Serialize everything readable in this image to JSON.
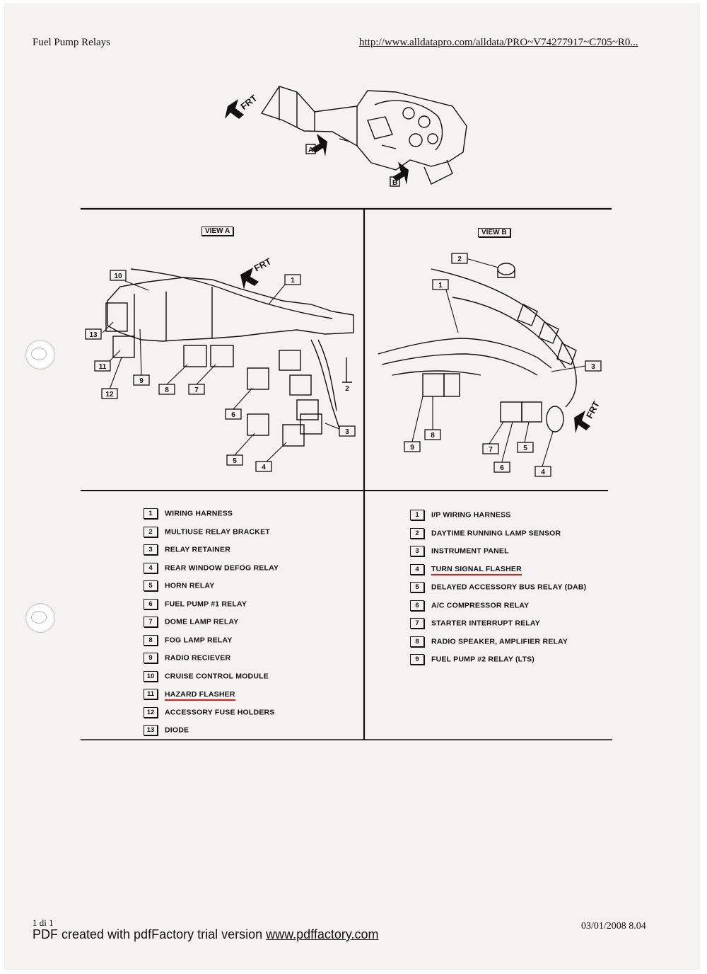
{
  "header": {
    "title": "Fuel Pump Relays",
    "url": "http://www.alldatapro.com/alldata/PRO~V74277917~C705~R0..."
  },
  "top_diagram": {
    "arrow_label": "FRT",
    "callouts": [
      "A",
      "B"
    ]
  },
  "view_a": {
    "label": "VIEW A",
    "arrow_label": "FRT",
    "callouts": [
      "10",
      "1",
      "13",
      "11",
      "12",
      "9",
      "8",
      "7",
      "6",
      "2",
      "3",
      "5",
      "4"
    ]
  },
  "view_b": {
    "label": "VIEW B",
    "arrow_label": "FRT",
    "callouts": [
      "2",
      "1",
      "3",
      "9",
      "8",
      "7",
      "5",
      "6",
      "4"
    ]
  },
  "legend_a": [
    {
      "num": "1",
      "label": "WIRING HARNESS"
    },
    {
      "num": "2",
      "label": "MULTIUSE RELAY BRACKET"
    },
    {
      "num": "3",
      "label": "RELAY RETAINER"
    },
    {
      "num": "4",
      "label": "REAR WINDOW DEFOG RELAY"
    },
    {
      "num": "5",
      "label": "HORN RELAY"
    },
    {
      "num": "6",
      "label": "FUEL PUMP #1 RELAY"
    },
    {
      "num": "7",
      "label": "DOME LAMP RELAY"
    },
    {
      "num": "8",
      "label": "FOG LAMP RELAY"
    },
    {
      "num": "9",
      "label": "RADIO RECIEVER"
    },
    {
      "num": "10",
      "label": "CRUISE CONTROL MODULE"
    },
    {
      "num": "11",
      "label": "HAZARD FLASHER",
      "highlight": true
    },
    {
      "num": "12",
      "label": "ACCESSORY FUSE HOLDERS"
    },
    {
      "num": "13",
      "label": "DIODE"
    }
  ],
  "legend_b": [
    {
      "num": "1",
      "label": "I/P WIRING HARNESS"
    },
    {
      "num": "2",
      "label": "DAYTIME RUNNING LAMP SENSOR"
    },
    {
      "num": "3",
      "label": "INSTRUMENT PANEL"
    },
    {
      "num": "4",
      "label": "TURN SIGNAL FLASHER",
      "highlight": true
    },
    {
      "num": "5",
      "label": "DELAYED ACCESSORY BUS RELAY (DAB)"
    },
    {
      "num": "6",
      "label": "A/C COMPRESSOR RELAY"
    },
    {
      "num": "7",
      "label": "STARTER INTERRUPT RELAY"
    },
    {
      "num": "8",
      "label": "RADIO SPEAKER, AMPLIFIER RELAY"
    },
    {
      "num": "9",
      "label": "FUEL PUMP #2 RELAY (LTS)"
    }
  ],
  "footer": {
    "page": "1 di 1",
    "pdf_text": "PDF created with pdfFactory trial version ",
    "pdf_link": "www.pdffactory.com",
    "date": "03/01/2008 8.04"
  },
  "colors": {
    "paper": "#f4f3f1",
    "ink": "#111111",
    "highlight": "#e0201c"
  }
}
